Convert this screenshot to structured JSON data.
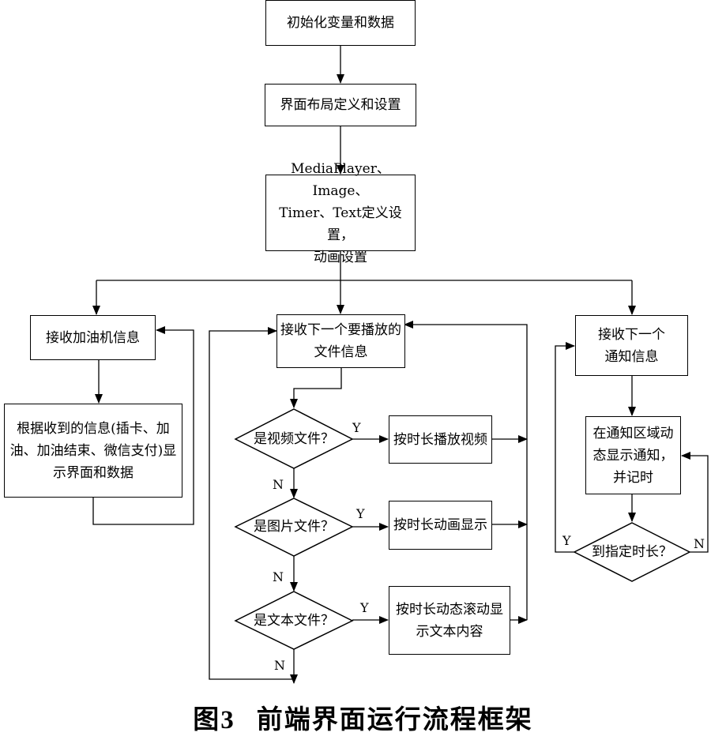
{
  "nodes": {
    "init": "初始化变量和数据",
    "layout": "界面布局定义和设置",
    "media": "MediaPlayer、Image、\nTimer、Text定义设置，\n动画设置",
    "receive_fuel": "接收加油机信息",
    "fuel_display": "根据收到的信息(插卡、加\n油、加油结束、微信支付)显\n示界面和数据",
    "receive_file": "接收下一个要播放的\n文件信息",
    "is_video": "是视频文件？",
    "play_video": "按时长播放视频",
    "is_image": "是图片文件？",
    "show_image": "按时长动画显示",
    "is_text": "是文本文件？",
    "scroll_text": "按时长动态滚动显\n示文本内容",
    "receive_notice": "接收下一个\n通知信息",
    "show_notice": "在通知区域动\n态显示通知，\n并记时",
    "timeout": "到指定时长？"
  },
  "labels": {
    "y": "Y",
    "n": "N"
  },
  "caption": {
    "prefix": "图",
    "number": "3",
    "title": "前端界面运行流程框架"
  }
}
